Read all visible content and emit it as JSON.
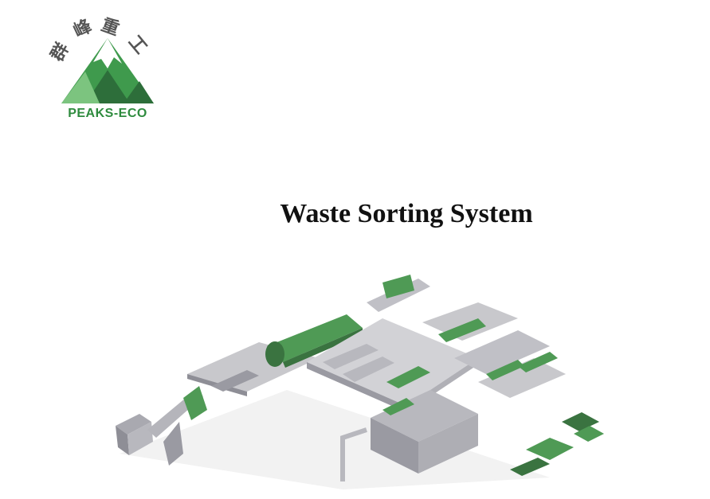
{
  "logo": {
    "chars": [
      "群",
      "峰",
      "重",
      "工"
    ],
    "brand": "PEAKS-ECO",
    "colors": {
      "green_dark": "#2d6e3a",
      "green_mid": "#3f9a4d",
      "green_light": "#7cc47f",
      "text": "#2e8b3e"
    }
  },
  "document": {
    "title": "Waste Sorting System"
  },
  "illustration": {
    "name": "waste-sorting-plant-3d-render",
    "colors": {
      "steel": "#c8c8cc",
      "steel_dark": "#8e8e96",
      "green": "#4f9a55",
      "green_dark": "#3a7340"
    }
  }
}
